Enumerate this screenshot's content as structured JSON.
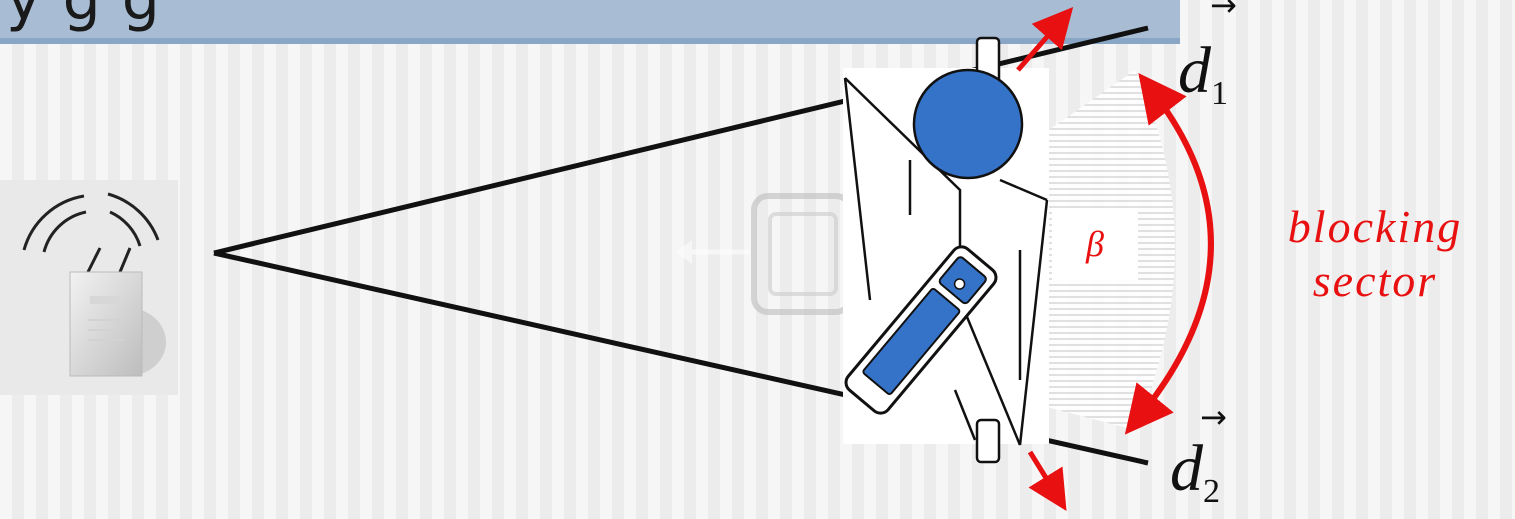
{
  "title": {
    "partial_text": "y     g                                    g"
  },
  "labels": {
    "sector_line1": "blocking",
    "sector_line2": "sector",
    "angle_symbol": "β",
    "d1_letter": "d",
    "d1_sub": "1",
    "d2_letter": "d",
    "d2_sub": "2",
    "vector_arrow": "→"
  },
  "icons": {
    "access_point": "wifi-access-point-icon",
    "person": "person-topview-icon",
    "handheld": "handheld-device-icon",
    "ghost_device": "faded-device-icon"
  },
  "colors": {
    "title_band": "#a8bdd4",
    "accent_red": "#e81010",
    "head_blue": "#3573c9",
    "line": "#111111"
  }
}
